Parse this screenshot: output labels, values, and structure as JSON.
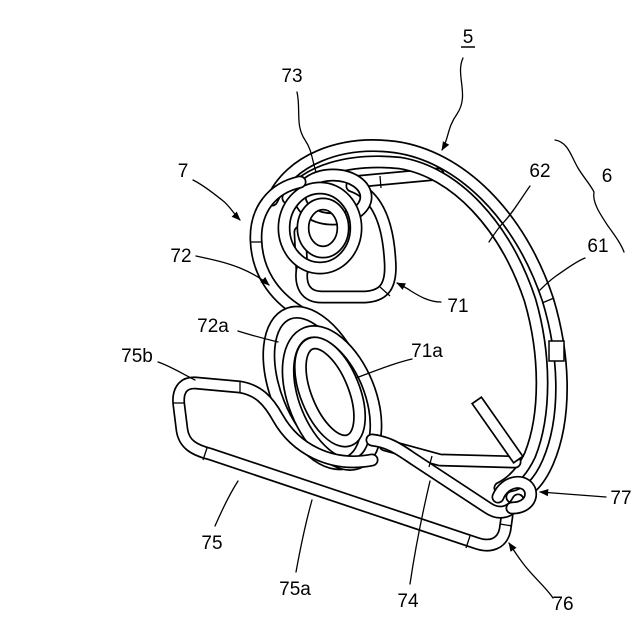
{
  "labels": {
    "n5": "5",
    "n6": "6",
    "n61": "61",
    "n62": "62",
    "n7": "7",
    "n71": "71",
    "n71a": "71a",
    "n72": "72",
    "n72a": "72a",
    "n73": "73",
    "n74": "74",
    "n75": "75",
    "n75a": "75a",
    "n75b": "75b",
    "n76": "76",
    "n77": "77"
  },
  "colors": {
    "line": "#000000",
    "background": "#ffffff"
  }
}
